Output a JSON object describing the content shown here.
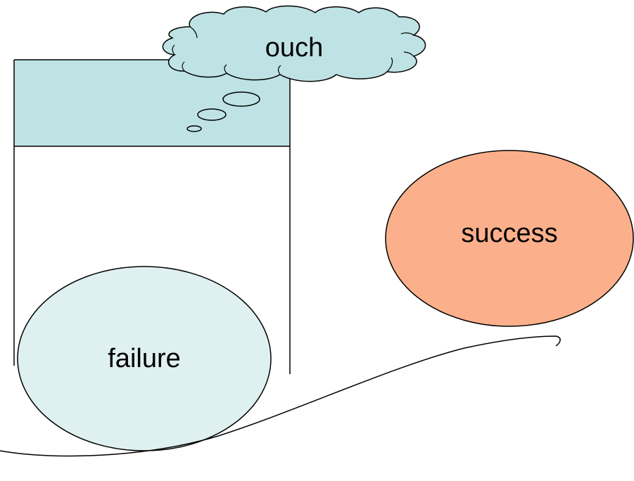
{
  "diagram": {
    "cloud": {
      "text": "ouch"
    },
    "success_ellipse": {
      "text": "success"
    },
    "failure_ellipse": {
      "text": "failure"
    }
  },
  "colors": {
    "water": "#bfe3e4",
    "failure_fill": "#dff0f1",
    "success_fill": "#fbb08b",
    "stroke": "#000000"
  }
}
